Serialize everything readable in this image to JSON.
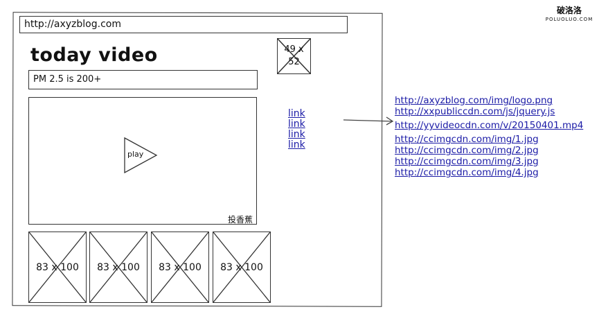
{
  "url_bar": {
    "text": "http://axyzblog.com"
  },
  "page": {
    "title": "today video",
    "subtitle": "PM 2.5 is 200+"
  },
  "logo_placeholder": {
    "label": "49 x 52"
  },
  "video": {
    "play_label": "play",
    "caption": "投香蕉"
  },
  "thumbnails": [
    {
      "label": "83 x 100"
    },
    {
      "label": "83 x 100"
    },
    {
      "label": "83 x 100"
    },
    {
      "label": "83 x 100"
    }
  ],
  "links": [
    "link",
    "link",
    "link",
    "link"
  ],
  "resource_urls": [
    "http://axyzblog.com/img/logo.png",
    "http://xxpubliccdn.com/js/jquery.js",
    "http://yyvideocdn.com/v/20150401.mp4",
    "http://ccimgcdn.com/img/1.jpg",
    "http://ccimgcdn.com/img/2.jpg",
    "http://ccimgcdn.com/img/3.jpg",
    "http://ccimgcdn.com/img/4.jpg"
  ],
  "watermark": {
    "cn": "破洛洛",
    "en": "POLUOLUO.COM"
  }
}
